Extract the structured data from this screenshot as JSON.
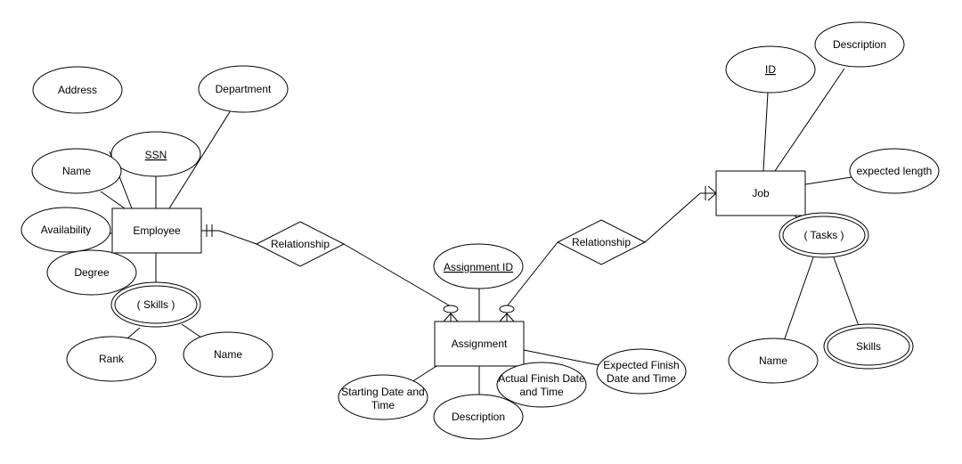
{
  "entities": {
    "employee": "Employee",
    "assignment": "Assignment",
    "job": "Job"
  },
  "relationships": {
    "employee_assignment": "Relationship",
    "job_assignment": "Relationship"
  },
  "employee_attrs": {
    "address": "Address",
    "department": "Department",
    "ssn": "SSN",
    "name": "Name",
    "availability": "Availability",
    "degree": "Degree",
    "skills": "( Skills )",
    "rank": "Rank",
    "skill_name": "Name"
  },
  "assignment_attrs": {
    "id": "Assignment ID",
    "start_line1": "Starting Date and",
    "start_line2": "Time",
    "description": "Description",
    "actual_line1": "Actual Finish Date",
    "actual_line2": "and Time",
    "expected_line1": "Expected  Finish",
    "expected_line2": "Date and Time"
  },
  "job_attrs": {
    "id": "ID",
    "description": "Description",
    "expected_length": "expected length",
    "tasks": "( Tasks )",
    "task_name": "Name",
    "task_skills": "Skills"
  }
}
